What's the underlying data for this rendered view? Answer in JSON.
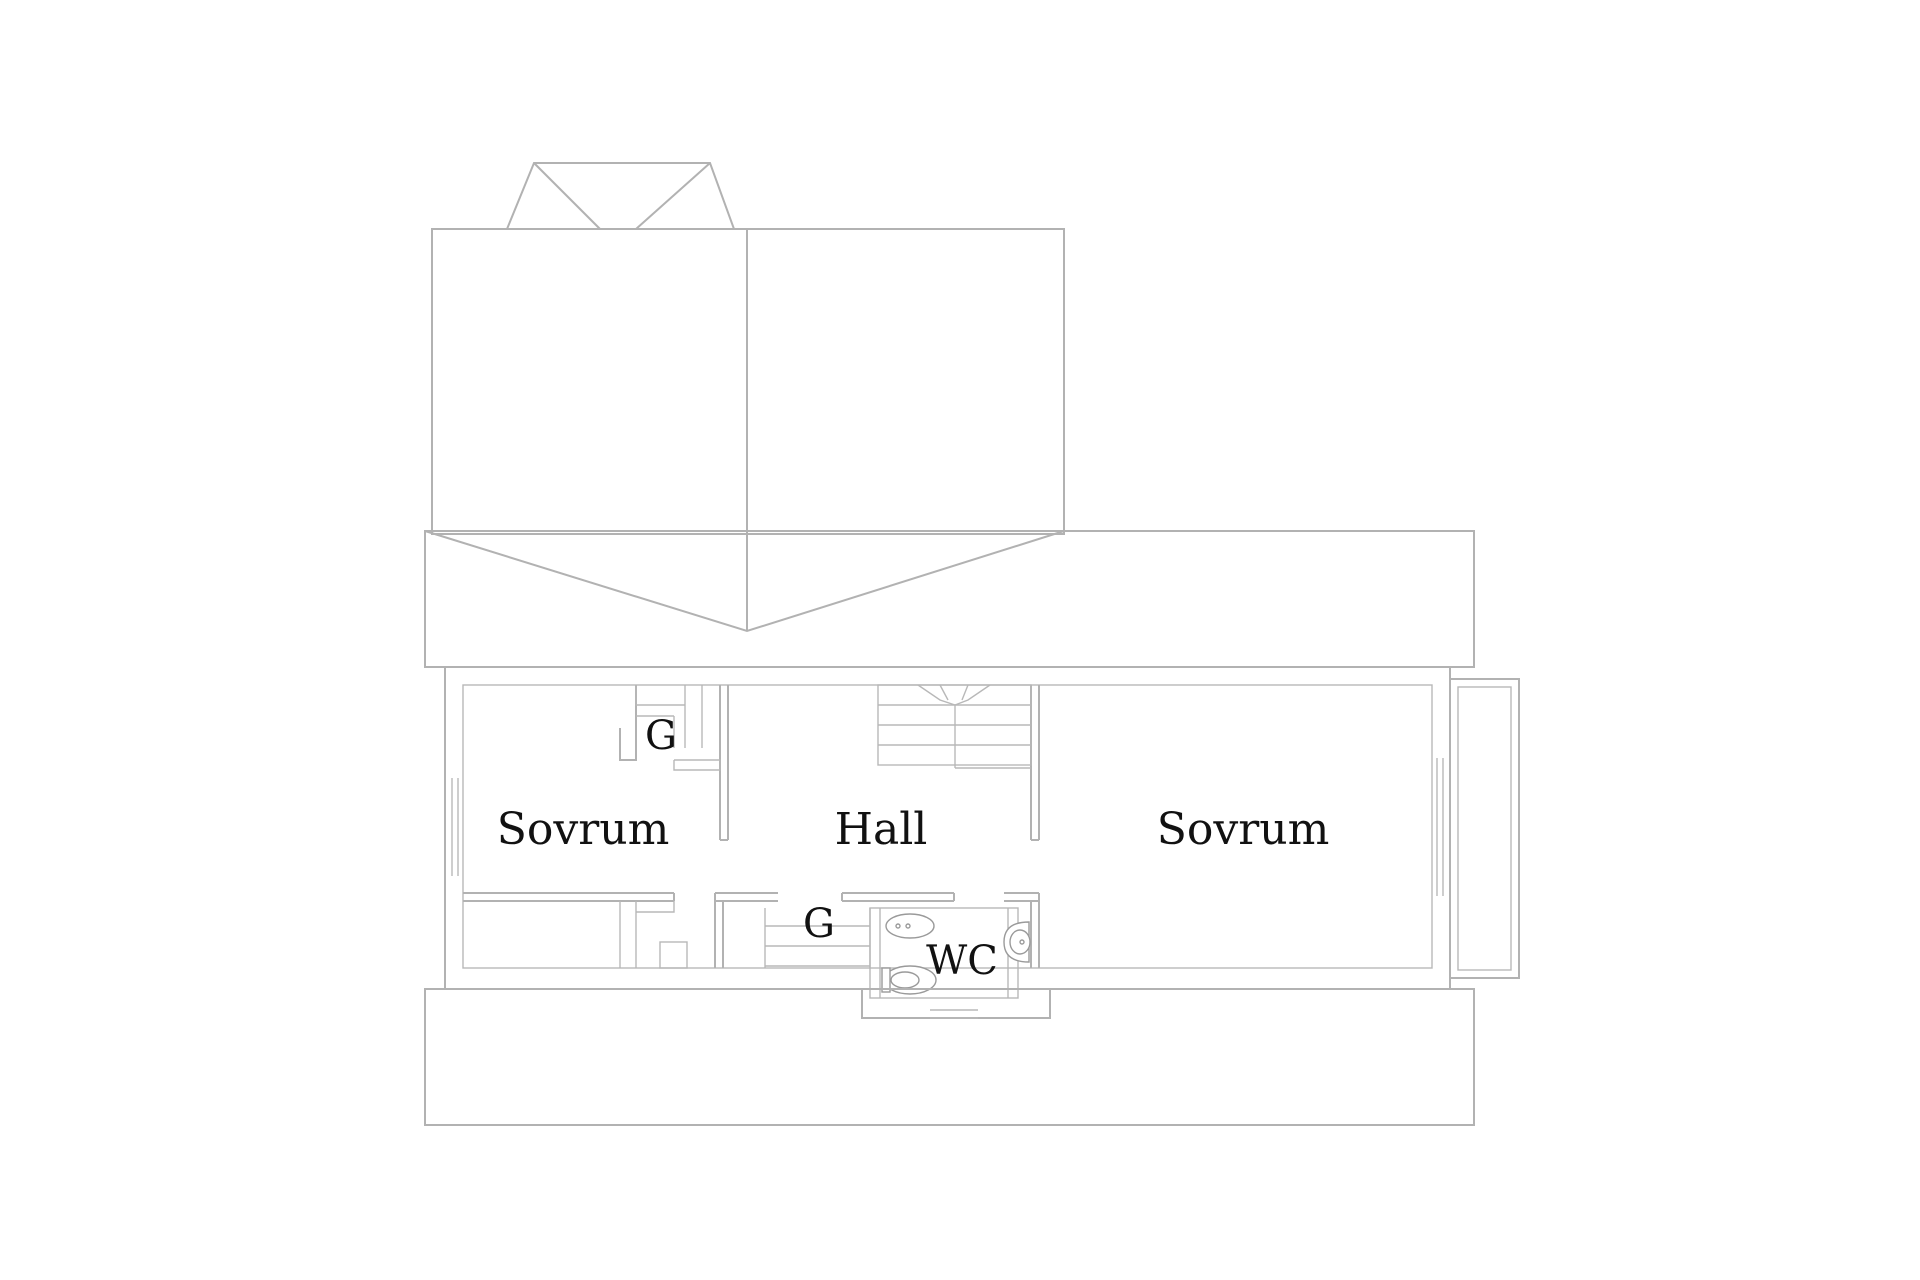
{
  "floor_plan": {
    "rooms": {
      "bedroom_left": "Sovrum",
      "hall": "Hall",
      "bedroom_right": "Sovrum",
      "wardrobe_top": "G",
      "wardrobe_bottom": "G",
      "toilet": "WC"
    },
    "colors": {
      "line": "#b2b2b2",
      "text": "#111111",
      "background": "#ffffff"
    }
  }
}
